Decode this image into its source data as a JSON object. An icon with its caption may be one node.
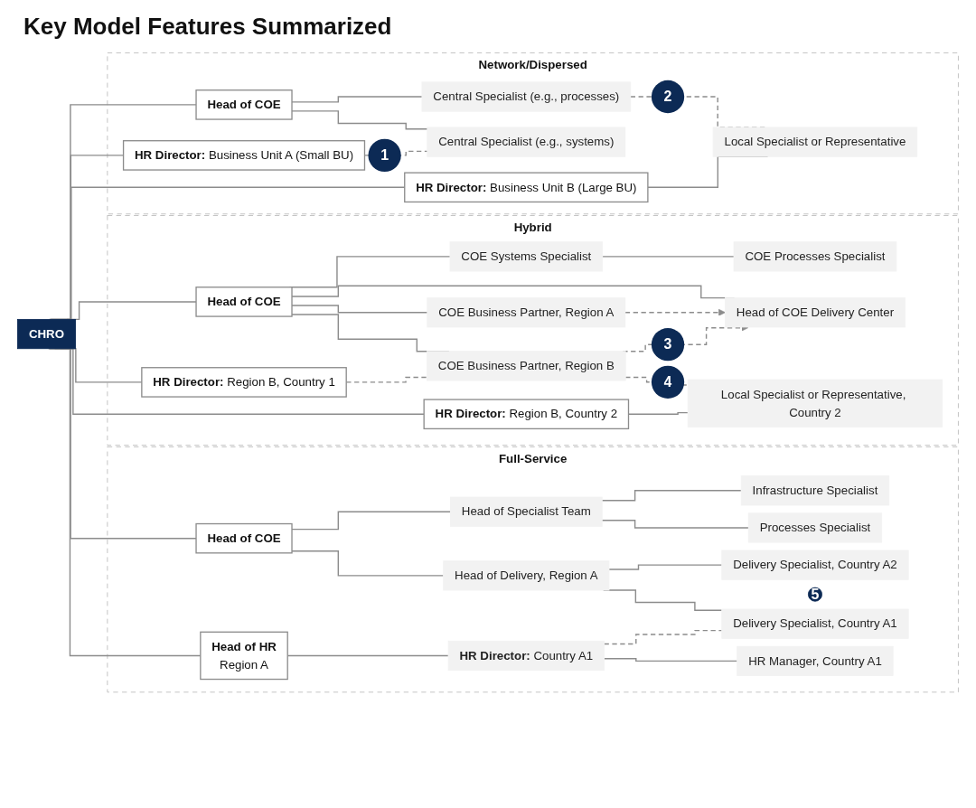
{
  "diagram": {
    "title": "Key Model Features Summarized",
    "nodes": [
      {
        "text": [
          "CHRO"
        ]
      },
      {
        "text": [
          "Network/Dispersed"
        ]
      },
      {
        "text": [
          "Head of COE"
        ],
        "in": 1
      },
      {
        "text": [
          "**HR Director:** Business Unit A (Small BU)"
        ],
        "in": 1
      },
      {
        "text": [
          "**HR Director:** Business Unit B (Large BU)"
        ],
        "in": 1
      },
      {
        "text": [
          "Central Specialist (e.g., processes)"
        ],
        "in": 1
      },
      {
        "text": [
          "Central Specialist (e.g., systems)"
        ],
        "in": 1
      },
      {
        "text": [
          "Local Specialist or Representative"
        ],
        "in": 1
      },
      {
        "text": [
          "Hybrid"
        ]
      },
      {
        "text": [
          "Head of COE"
        ],
        "in": 8
      },
      {
        "text": [
          "**HR Director:** Region B, Country 1"
        ],
        "in": 8
      },
      {
        "text": [
          "**HR Director:** Region B, Country 2"
        ],
        "in": 8
      },
      {
        "text": [
          "COE Systems Specialist"
        ],
        "in": 8
      },
      {
        "text": [
          "Head of COE Delivery Center"
        ],
        "in": 8
      },
      {
        "text": [
          "COE Business Partner, Region A"
        ],
        "in": 8
      },
      {
        "text": [
          "COE Business Partner, Region B"
        ],
        "in": 8
      },
      {
        "text": [
          "Local Specialist or Representative, Country 2"
        ],
        "in": 8
      },
      {
        "text": [
          "COE Processes Specialist"
        ],
        "in": 8
      },
      {
        "text": [
          "Full-Service"
        ]
      },
      {
        "text": [
          "Head of COE"
        ],
        "in": 18
      },
      {
        "text": [
          "Head of HR",
          "Region A"
        ],
        "in": 18
      },
      {
        "text": [
          "Head of Specialist Team"
        ],
        "in": 18
      },
      {
        "text": [
          "Head of Delivery, Region A"
        ],
        "in": 18
      },
      {
        "text": [
          "Infrastructure Specialist"
        ],
        "in": 18
      },
      {
        "text": [
          "Processes Specialist"
        ],
        "in": 18
      },
      {
        "text": [
          "Delivery Specialist, Country A2"
        ],
        "in": 18
      },
      {
        "text": [
          "5"
        ],
        "in": 18
      },
      {
        "text": [
          "Delivery Specialist, Country A1"
        ],
        "in": 18
      },
      {
        "text": [
          "**HR Director:** Country A1"
        ],
        "in": 18
      },
      {
        "text": [
          "HR Manager, Country A1"
        ],
        "in": 18
      }
    ],
    "edges": [
      {
        "from": 0,
        "to": 2,
        "arrow": "none"
      },
      {
        "from": 0,
        "to": 3,
        "arrow": "none"
      },
      {
        "from": 0,
        "to": 4,
        "arrow": "none"
      },
      {
        "from": 2,
        "to": 5,
        "arrow": "none"
      },
      {
        "from": 2,
        "to": 6,
        "arrow": "none"
      },
      {
        "from": 3,
        "to": 6,
        "arrow": "none",
        "style": "dashed",
        "label": "1"
      },
      {
        "from": 4,
        "to": 7,
        "arrow": "none"
      },
      {
        "from": 5,
        "to": 7,
        "arrow": "none",
        "style": "dashed",
        "label": "2"
      },
      {
        "from": 0,
        "to": 9,
        "arrow": "none"
      },
      {
        "from": 0,
        "to": 10,
        "arrow": "none"
      },
      {
        "from": 0,
        "to": 11,
        "arrow": "none"
      },
      {
        "from": 9,
        "to": 12,
        "arrow": "none"
      },
      {
        "from": 9,
        "to": 13,
        "arrow": "none"
      },
      {
        "from": 9,
        "to": 14,
        "arrow": "none"
      },
      {
        "from": 9,
        "to": 15,
        "arrow": "none"
      },
      {
        "from": 12,
        "to": 17,
        "arrow": "none"
      },
      {
        "from": 14,
        "to": 13,
        "arrow": "to",
        "style": "dashed"
      },
      {
        "from": 15,
        "to": 13,
        "arrow": "to",
        "style": "dashed",
        "label": "3"
      },
      {
        "from": 10,
        "to": 15,
        "arrow": "none",
        "style": "dashed"
      },
      {
        "from": 15,
        "to": 16,
        "arrow": "none",
        "style": "dashed",
        "label": "4"
      },
      {
        "from": 11,
        "to": 16,
        "arrow": "none"
      },
      {
        "from": 0,
        "to": 19,
        "arrow": "none"
      },
      {
        "from": 0,
        "to": 20,
        "arrow": "none"
      },
      {
        "from": 19,
        "to": 21,
        "arrow": "none"
      },
      {
        "from": 19,
        "to": 22,
        "arrow": "none"
      },
      {
        "from": 21,
        "to": 23,
        "arrow": "none"
      },
      {
        "from": 21,
        "to": 24,
        "arrow": "none"
      },
      {
        "from": 22,
        "to": 25,
        "arrow": "none"
      },
      {
        "from": 22,
        "to": 27,
        "arrow": "none"
      },
      {
        "from": 20,
        "to": 28,
        "arrow": "none"
      },
      {
        "from": 28,
        "to": 27,
        "arrow": "none",
        "style": "dashed"
      },
      {
        "from": 28,
        "to": 29,
        "arrow": "none"
      }
    ]
  }
}
